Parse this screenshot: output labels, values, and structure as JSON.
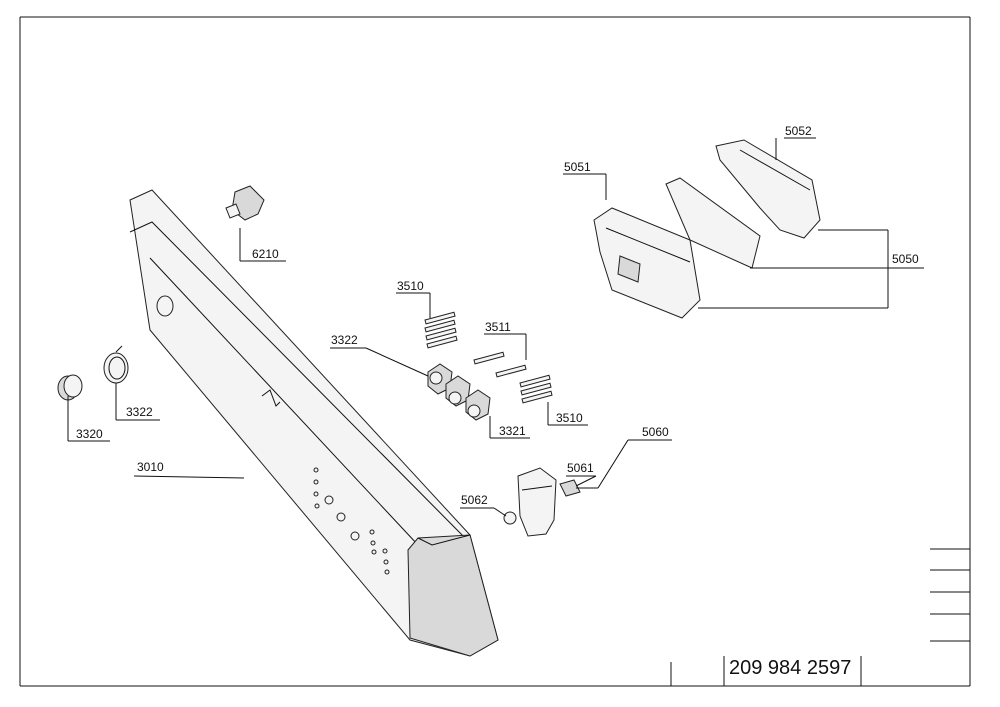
{
  "labels": {
    "p3010": "3010",
    "p3320": "3320",
    "p3322a": "3322",
    "p3322b": "3322",
    "p3321": "3321",
    "p3510a": "3510",
    "p3510b": "3510",
    "p3511": "3511",
    "p6210": "6210",
    "p5051": "5051",
    "p5052": "5052",
    "p5050": "5050",
    "p5060": "5060",
    "p5061": "5061",
    "p5062": "5062"
  },
  "document_number": "209 984 2597"
}
